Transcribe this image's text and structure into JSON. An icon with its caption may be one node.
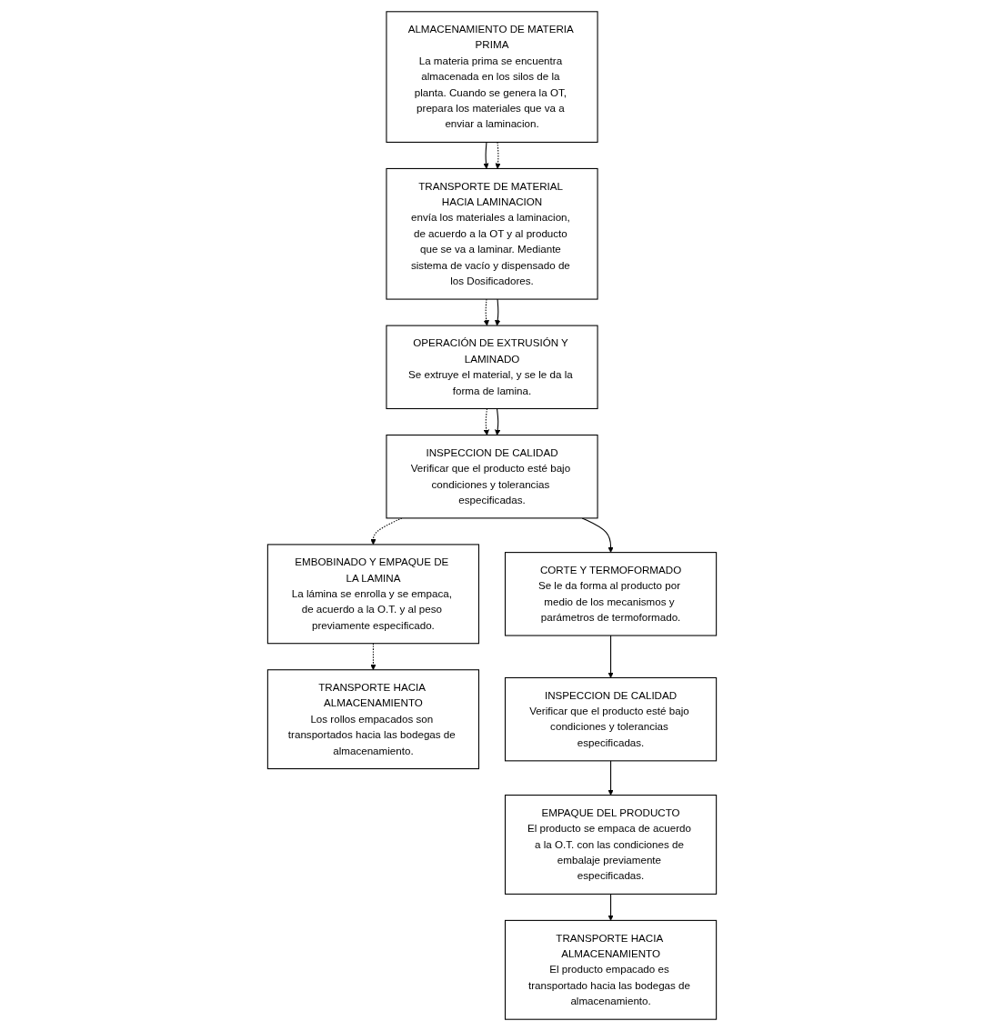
{
  "diagram": {
    "nodes": [
      {
        "text": [
          "ALMACENAMIENTO DE MATERIA PRIMA",
          "La materia prima se encuentra almacenada en los silos de la planta. Cuando se genera la OT, prepara los materiales que va a enviar a laminacion."
        ]
      },
      {
        "text": [
          "TRANSPORTE DE MATERIAL HACIA LAMINACION",
          "envía los materiales a laminacion, de acuerdo a la OT y al producto que se va a laminar. Mediante sistema de vacío y dispensado de los Dosificadores."
        ]
      },
      {
        "text": [
          "EMBOBINADO Y EMPAQUE DE LA LAMINA",
          "La lámina se enrolla y se empaca, de acuerdo a la O.T. y al peso previamente especificado."
        ]
      },
      {
        "text": [
          "INSPECCION DE CALIDAD",
          "Verificar que el producto esté bajo condiciones y tolerancias especificadas."
        ]
      },
      {
        "text": [
          "OPERACIÓN DE EXTRUSIÓN Y LAMINADO",
          "Se extruye el material, y se le da la forma de lamina."
        ]
      },
      {
        "text": [
          "TRANSPORTE HACIA ALMACENAMIENTO",
          "Los rollos empacados son transportados hacia las bodegas de almacenamiento."
        ]
      },
      {
        "text": [
          "CORTE Y TERMOFORMADO",
          "Se le da forma al producto por medio de los mecanismos y parámetros de termoformado."
        ]
      },
      {
        "text": [
          "INSPECCION DE CALIDAD",
          "Verificar que el producto esté bajo condiciones y tolerancias especificadas."
        ]
      },
      {
        "text": [
          "TRANSPORTE HACIA ALMACENAMIENTO",
          "El producto empacado es transportado hacia las bodegas de almacenamiento."
        ]
      },
      {
        "text": [
          "EMPAQUE DEL PRODUCTO",
          "El producto se empaca de acuerdo a la O.T. con las condiciones de embalaje previamente especificadas."
        ]
      }
    ],
    "edges": [
      {
        "from": 0,
        "to": 1,
        "arrow": "to"
      },
      {
        "from": 0,
        "to": 1,
        "arrow": "to",
        "style": "dashed"
      },
      {
        "from": 1,
        "to": 4,
        "arrow": "to",
        "style": "dashed"
      },
      {
        "from": 1,
        "to": 4,
        "arrow": "to"
      },
      {
        "from": 4,
        "to": 3,
        "arrow": "to",
        "style": "dashed"
      },
      {
        "from": 4,
        "to": 3,
        "arrow": "to"
      },
      {
        "from": 3,
        "to": 2,
        "arrow": "to",
        "style": "dashed"
      },
      {
        "from": 2,
        "to": 5,
        "arrow": "to",
        "style": "dashed"
      },
      {
        "from": 3,
        "to": 6,
        "arrow": "to"
      },
      {
        "from": 6,
        "to": 7,
        "arrow": "to"
      },
      {
        "from": 7,
        "to": 9,
        "arrow": "to"
      },
      {
        "from": 9,
        "to": 8,
        "arrow": "to"
      }
    ]
  }
}
